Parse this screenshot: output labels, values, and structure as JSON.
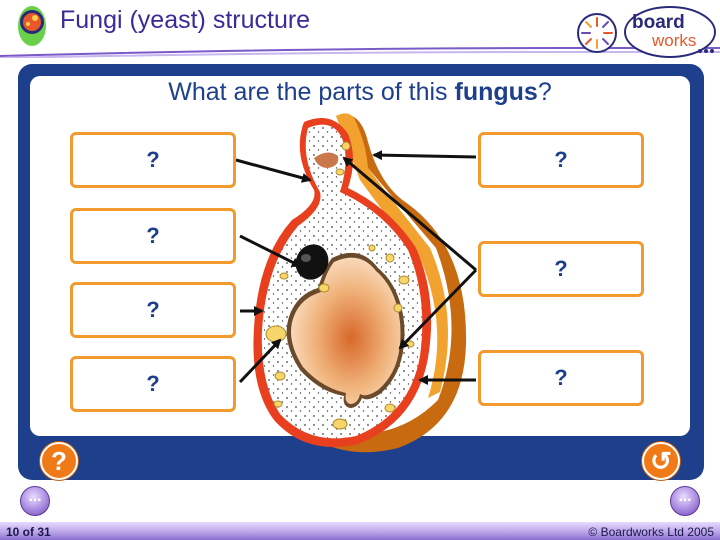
{
  "header": {
    "title": "Fungi (yeast) structure",
    "brand_top": "board",
    "brand_bottom": "works"
  },
  "question": {
    "prefix": "What are the parts of this ",
    "emphasis": "fungus",
    "suffix": "?"
  },
  "labels": {
    "left": [
      "?",
      "?",
      "?",
      "?"
    ],
    "right": [
      "?",
      "?",
      "?"
    ]
  },
  "buttons": {
    "help": "?",
    "reset": "↺"
  },
  "nav": {
    "prev": "···",
    "next": "···"
  },
  "footer": {
    "page": "10 of 31",
    "copyright": "© Boardworks Ltd 2005"
  },
  "colors": {
    "frame": "#1d3f8c",
    "label_border": "#f29a2e",
    "accent": "#f07a18",
    "title": "#3b2a9a"
  }
}
